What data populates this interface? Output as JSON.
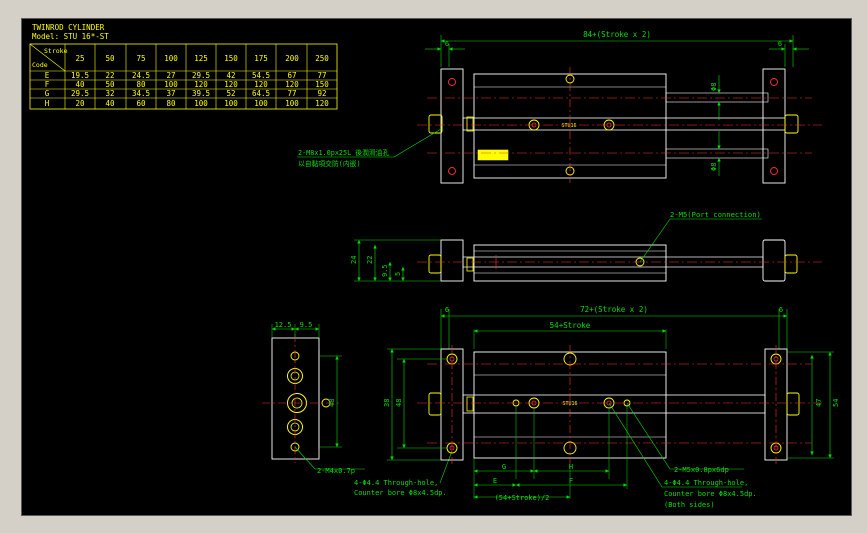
{
  "title_block": {
    "line1": "TWINROD CYLINDER",
    "line2": "Model: STU 16*-ST"
  },
  "table": {
    "corner_top": "Stroke",
    "corner_bottom": "Code",
    "strokes": [
      "25",
      "50",
      "75",
      "100",
      "125",
      "150",
      "175",
      "200",
      "250"
    ],
    "rows": [
      {
        "code": "E",
        "values": [
          "19.5",
          "22",
          "24.5",
          "27",
          "29.5",
          "42",
          "54.5",
          "67",
          "77"
        ]
      },
      {
        "code": "F",
        "values": [
          "40",
          "50",
          "80",
          "100",
          "120",
          "120",
          "120",
          "120",
          "150"
        ]
      },
      {
        "code": "G",
        "values": [
          "29.5",
          "32",
          "34.5",
          "37",
          "39.5",
          "52",
          "64.5",
          "77",
          "92"
        ]
      },
      {
        "code": "H",
        "values": [
          "20",
          "40",
          "60",
          "80",
          "100",
          "100",
          "100",
          "100",
          "120"
        ]
      }
    ]
  },
  "top_view": {
    "overall_dim": "84+(Stroke x 2)",
    "end_left": "6",
    "end_right": "6",
    "dim_upper": "Φ8",
    "dim_lower": "Φ8",
    "callout_line1": "2-M8x1.0px25L 後潤滑油孔",
    "callout_line2": "以自黏項交防(内嵌)",
    "body_mark": "STU16"
  },
  "side_view": {
    "port_callout": "2-M5(Port connection)",
    "dim_24": "24",
    "dim_22": "22",
    "dim_9_5": "9.5",
    "dim_5": "5"
  },
  "end_view": {
    "dim_12_5": "12.5",
    "dim_9_5": "9.5",
    "dim_48": "48",
    "tap_callout": "2-M4x0.7p",
    "hole_callout_1": "4-Φ4.4 Through-hole,",
    "hole_callout_2": "Counter bore Φ8x4.5dp."
  },
  "bottom_view": {
    "overall_dim": "72+(Stroke x 2)",
    "stroke_dim": "54+Stroke",
    "end_left": "6",
    "end_right": "6",
    "dim_38": "38",
    "dim_48": "48",
    "dim_47": "47",
    "dim_54": "54",
    "label_G": "G",
    "label_H": "H",
    "label_E": "E",
    "label_F": "F",
    "half_dim": "(54+Stroke)/2",
    "tap_callout": "2-M5x0.8px6dp",
    "hole_callout_1": "4-Φ4.4 Through-hole,",
    "hole_callout_2": "Counter bore Φ8x4.5dp.",
    "hole_callout_3": "(Both sides)"
  }
}
